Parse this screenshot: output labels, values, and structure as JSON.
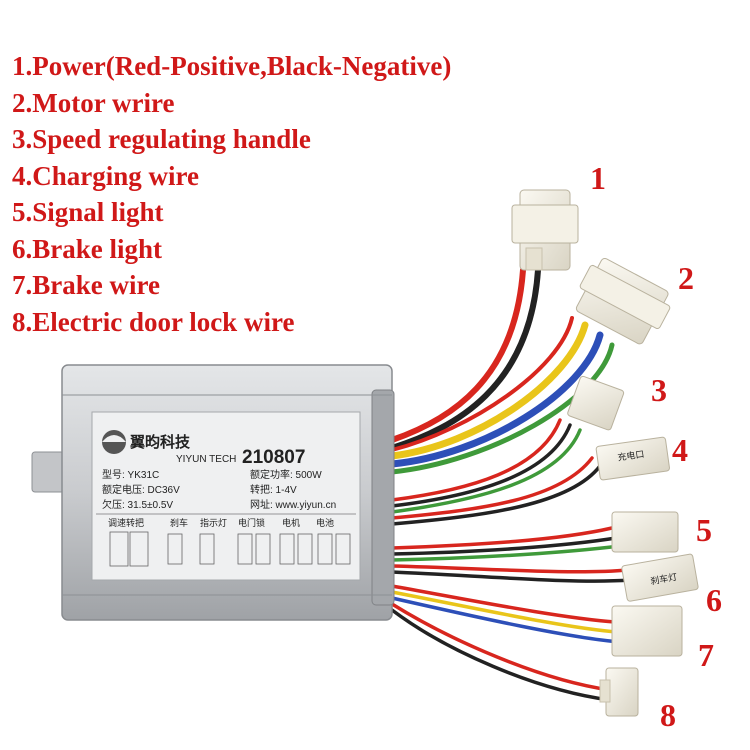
{
  "legend": [
    "1.Power(Red-Positive,Black-Negative)",
    "2.Motor wrire",
    "3.Speed regulating handle",
    "4.Charging wire",
    "5.Signal light",
    "6.Brake light",
    "7.Brake wire",
    "8.Electric door lock wire"
  ],
  "callouts": [
    "1",
    "2",
    "3",
    "4",
    "5",
    "6",
    "7",
    "8"
  ],
  "label": {
    "brand_cn": "翼昀科技",
    "brand_en": "YIYUN TECH",
    "model": "型号: YK31C",
    "voltage": "额定电压: DC36V",
    "undervoltage": "欠压: 31.5±0.5V",
    "power": "额定功率: 500W",
    "throttle": "转把: 1-4V",
    "website": "网址: www.yiyun.cn",
    "date_code": "210807",
    "terminals": [
      "调速转把",
      "刹车",
      "指示灯",
      "电门锁",
      "电机",
      "电池"
    ],
    "charging_tag": "充电口",
    "brake_tag": "刹车灯"
  },
  "colors": {
    "text_red": "#d01818",
    "case": "#c8cacd",
    "connector": "#f1ede1",
    "wire_red": "#d8261e",
    "wire_black": "#222222",
    "wire_yellow": "#e9c51a",
    "wire_blue": "#2d4fb8",
    "wire_green": "#3f9a3a",
    "wire_white": "#eeeeee"
  }
}
